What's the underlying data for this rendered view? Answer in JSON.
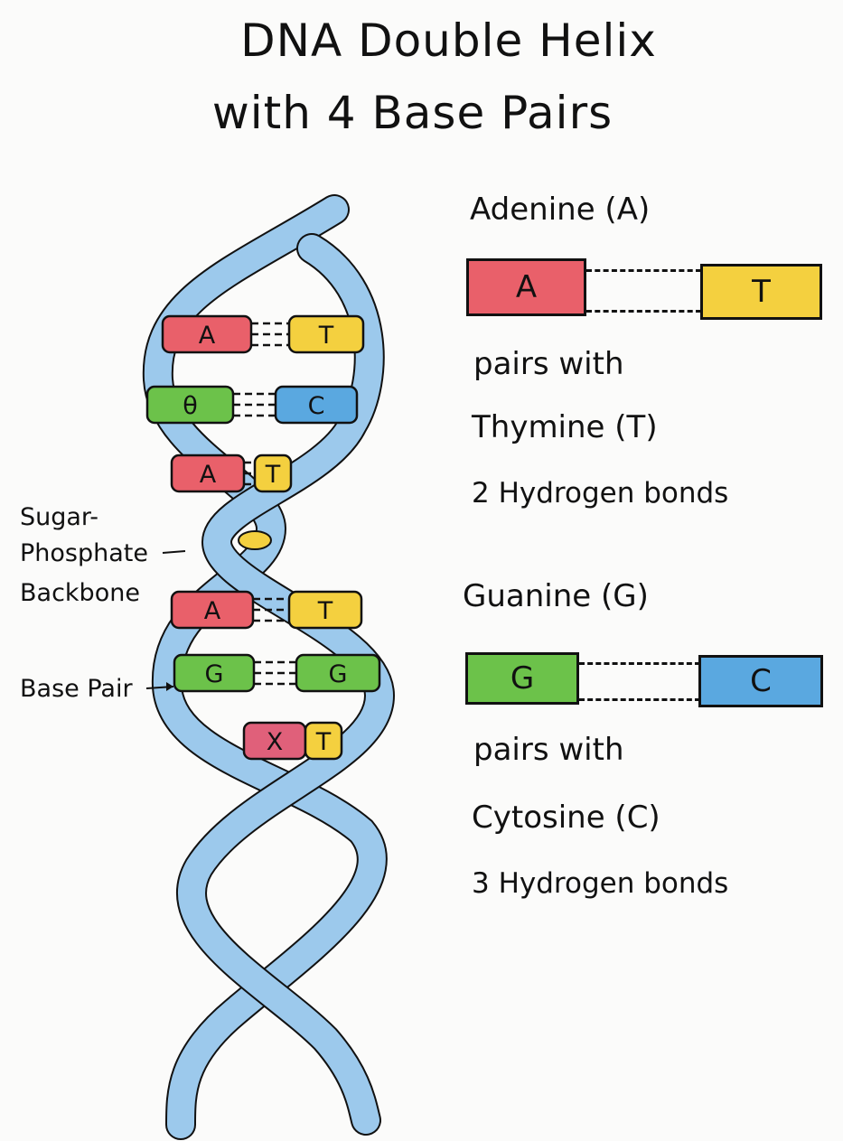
{
  "title": {
    "line1": "DNA Double Helix",
    "line2": "with 4 Base Pairs"
  },
  "colors": {
    "A": "#e9606a",
    "T": "#f4d03f",
    "G": "#6cc24a",
    "C": "#5aa8e0",
    "X": "#e0607a",
    "backbone": "#9cc9ec",
    "outline": "#111111"
  },
  "helix_pairs": [
    {
      "left": "A",
      "right": "T"
    },
    {
      "left": "θ",
      "right": "C"
    },
    {
      "left": "A",
      "right": "T"
    },
    {
      "left": "",
      "right": ""
    },
    {
      "left": "A",
      "right": "T"
    },
    {
      "left": "G",
      "right": "G"
    },
    {
      "left": "X",
      "right": "T"
    }
  ],
  "labels": {
    "backbone": [
      "Sugar-",
      "Phosphate",
      "Backbone"
    ],
    "base_pair": "Base Pair"
  },
  "legend": [
    {
      "heading": "Adenine (A)",
      "left": "A",
      "right": "T",
      "left_color": "#e9606a",
      "right_color": "#f4d03f",
      "line1": "pairs with",
      "line2": "Thymine (T)",
      "line3": "2 Hydrogen bonds"
    },
    {
      "heading": "Guanine (G)",
      "left": "G",
      "right": "C",
      "left_color": "#6cc24a",
      "right_color": "#5aa8e0",
      "line1": "pairs with",
      "line2": "Cytosine (C)",
      "line3": "3 Hydrogen bonds"
    }
  ]
}
